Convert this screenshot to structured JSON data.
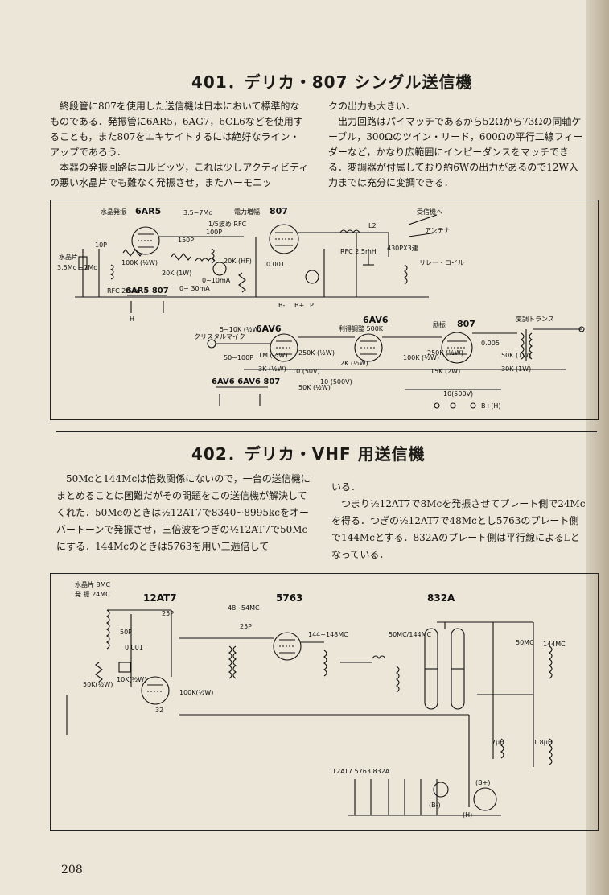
{
  "section1": {
    "title": "401．デリカ・807 シングル送信機",
    "col1": [
      "終段管に807を使用した送信機は日本において標準的なものである．発振管に6AR5，6AG7，6CL6などを使用することも，また807をエキサイトするには絶好なライン・アップであろう．",
      "本器の発振回路はコルピッツ，これは少しアクティビティの悪い水晶片でも難なく発振させ，またハーモニッ"
    ],
    "col2": [
      "クの出力も大きい．",
      "出力回路はパイマッチであるから52Ωから73Ωの同軸ケーブル，300Ωのツイン・リード，600Ωの平行二線フィーダーなど，かなり広範囲にインピーダンスをマッチできる．変調器が付属しており約6Wの出力があるので12W入力までは充分に変調できる．"
    ]
  },
  "diagram1": {
    "labels": {
      "osc": "水晶発振",
      "osc_tube": "6AR5",
      "freq": "3.5~7Mc",
      "final_tag": "電力増幅",
      "final_tube": "807",
      "crystal": "水晶片",
      "crystal_freq": "3.5Mc ~7Mc",
      "rfc1": "RFC 2.5mH",
      "c150p": "150P",
      "c100p": "100P",
      "c10p": "10P",
      "r100k": "100K (½W)",
      "r20k_1w": "20K (1W)",
      "meter": "0~10mA",
      "meter2": "0~ 30mA",
      "rfc_mark": "1/5波め RFC",
      "r20k_hf": "20K (HF)",
      "c001": "0.001",
      "l2": "L2",
      "c430": "430PX3連",
      "to_rx": "受信機へ",
      "antenna": "アンテナ",
      "relay": "リレー・コイル",
      "rfc2": "RFC 2.5mH",
      "b_minus": "B-",
      "b_plus": "B+",
      "p": "P",
      "heater_tubes": "6AR5 807",
      "h": "H",
      "mod1": "6AV6",
      "mod2": "6AV6",
      "mod3": "807",
      "gain": "利得調整 500K",
      "driver": "励振",
      "mic": "クリスタルマイク",
      "r5": "5~10K (½W)",
      "c50p": "50~100P",
      "r1m": "1M (½W)",
      "r3k": "3K (½W)",
      "r250k": "250K (½W)",
      "c10_50v": "10 (50V)",
      "r50k": "50K (½W)",
      "c10_500v": "10 (500V)",
      "r2k": "2K (½W)",
      "r100k2": "100K (½W)",
      "r250k2": "250K (½W)",
      "r15k": "15K (2W)",
      "c0005": "0.005",
      "r50k1w": "50K (1W)",
      "r30k": "30K (1W)",
      "mod_trans": "変調トランス",
      "c10_500v2": "10(500V)",
      "heater_tubes2": "6AV6 6AV6 807",
      "bplus_h": "B+(H)"
    }
  },
  "section2": {
    "title": "402．デリカ・VHF 用送信機",
    "col1": "50Mcと144Mcは倍数関係にないので，一台の送信機にまとめることは困難だがその問題をこの送信機が解決してくれた．50Mcのときは½12AT7で8340~8995kcをオーバートーンで発振させ，三倍波をつぎの½12AT7で50Mcにする．144Mcのときは5763を用い三逓倍して",
    "col2": [
      "いる．",
      "つまり½12AT7で8Mcを発振させてプレート側で24Mcを得る．つぎの½12AT7で48Mcとし5763のプレート側で144Mcとする．832Aのプレート側は平行線によるLとなっている．"
    ]
  },
  "diagram2": {
    "labels": {
      "crystal": "水晶片 8MC",
      "osc": "発 振 24MC",
      "tube1": "12AT7",
      "tube2": "5763",
      "tube3": "832A",
      "c25p": "25P",
      "c50p": "50P",
      "c001": "0.001",
      "r10k": "10K(½W)",
      "r50k": "50K(½W)",
      "r100k": "100K(½W)",
      "r32": "32",
      "range1": "48~54MC",
      "range2": "144~148MC",
      "c25p2": "25P",
      "range3": "50MC/144MC",
      "c50mc": "50MC",
      "c144mc": "144MC",
      "l7": "7μH",
      "l18": "1.8μH",
      "heater": "12AT7 5763 832A",
      "bplus": "(B+)",
      "h": "(H)",
      "bminus": "(B-)"
    }
  },
  "page_number": "208"
}
